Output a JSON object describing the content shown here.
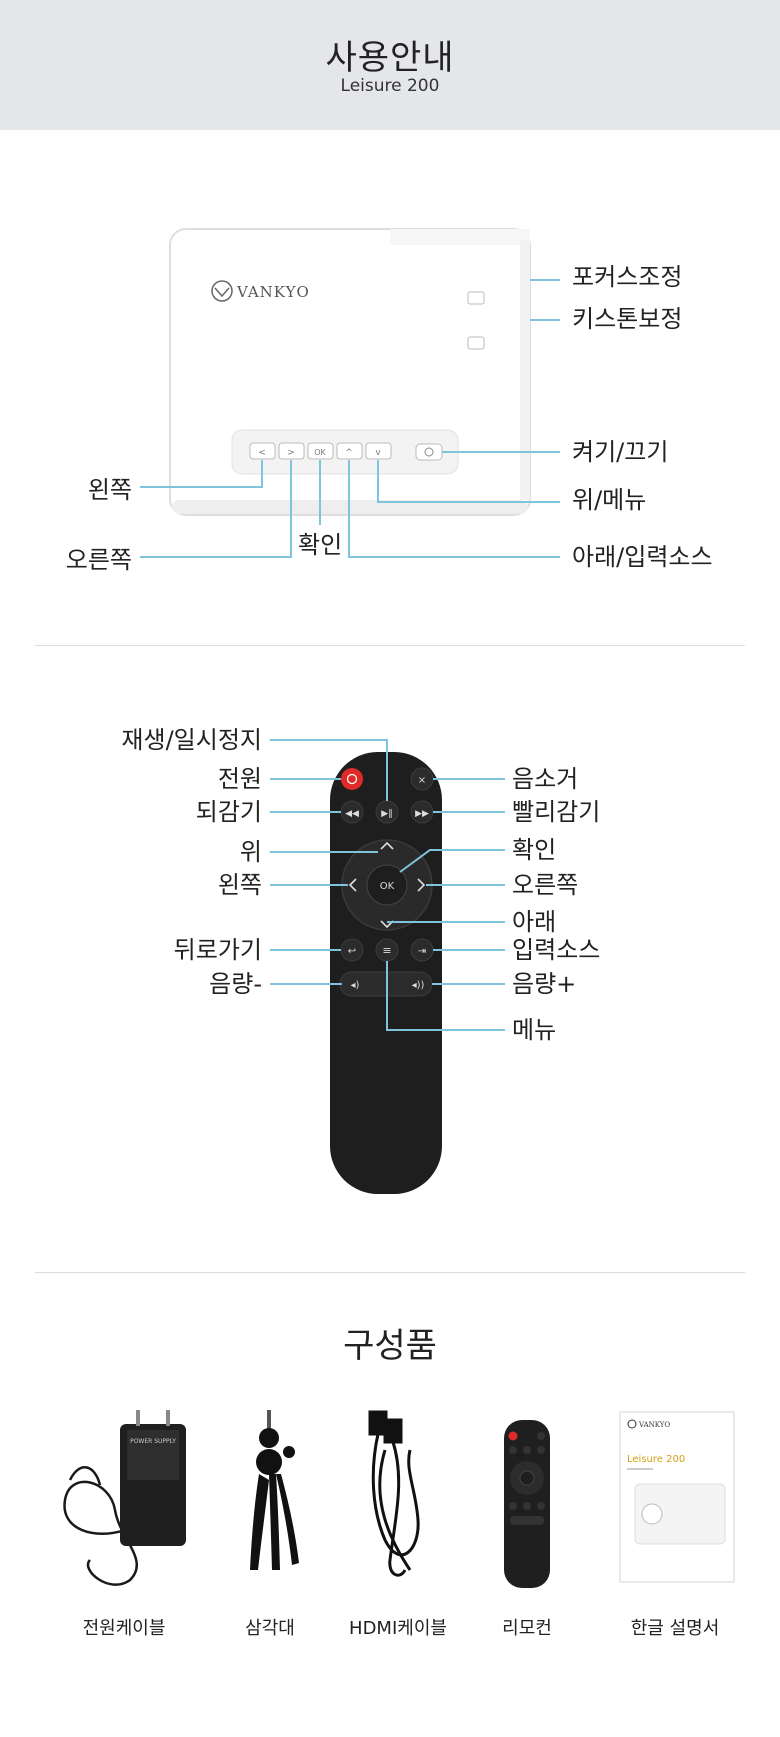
{
  "header": {
    "title": "사용안내",
    "subtitle": "Leisure 200"
  },
  "projector": {
    "brand": "VANKYO",
    "buttons": {
      "left": "<",
      "right": ">",
      "ok": "OK",
      "up": "^",
      "down": "v"
    },
    "labels": {
      "focus": "포커스조정",
      "keystone": "키스톤보정",
      "power": "켜기/끄기",
      "up_menu": "위/메뉴",
      "down_source": "아래/입력소스",
      "left": "왼쪽",
      "right": "오른쪽",
      "ok": "확인"
    }
  },
  "remote": {
    "ok_label": "OK",
    "labels_left": {
      "play_pause": "재생/일시정지",
      "power": "전원",
      "rewind": "되감기",
      "up": "위",
      "left": "왼쪽",
      "back": "뒤로가기",
      "vol_down": "음량-"
    },
    "labels_right": {
      "mute": "음소거",
      "fast_forward": "빨리감기",
      "ok": "확인",
      "right": "오른쪽",
      "down": "아래",
      "source": "입력소스",
      "vol_up": "음량+",
      "menu": "메뉴"
    }
  },
  "components": {
    "title": "구성품",
    "items": [
      {
        "label": "전원케이블",
        "icon": "power-adapter-icon"
      },
      {
        "label": "삼각대",
        "icon": "tripod-icon"
      },
      {
        "label": "HDMI케이블",
        "icon": "hdmi-cable-icon"
      },
      {
        "label": "리모컨",
        "icon": "remote-icon"
      },
      {
        "label": "한글 설명서",
        "icon": "manual-icon"
      }
    ],
    "adapter_text": "POWER SUPPLY",
    "manual_brand": "VANKYO",
    "manual_title": "Leisure 200"
  },
  "colors": {
    "callout_line": "#7fc4dc",
    "power_red": "#e02a2a",
    "header_bg": "#e4e6ea"
  }
}
